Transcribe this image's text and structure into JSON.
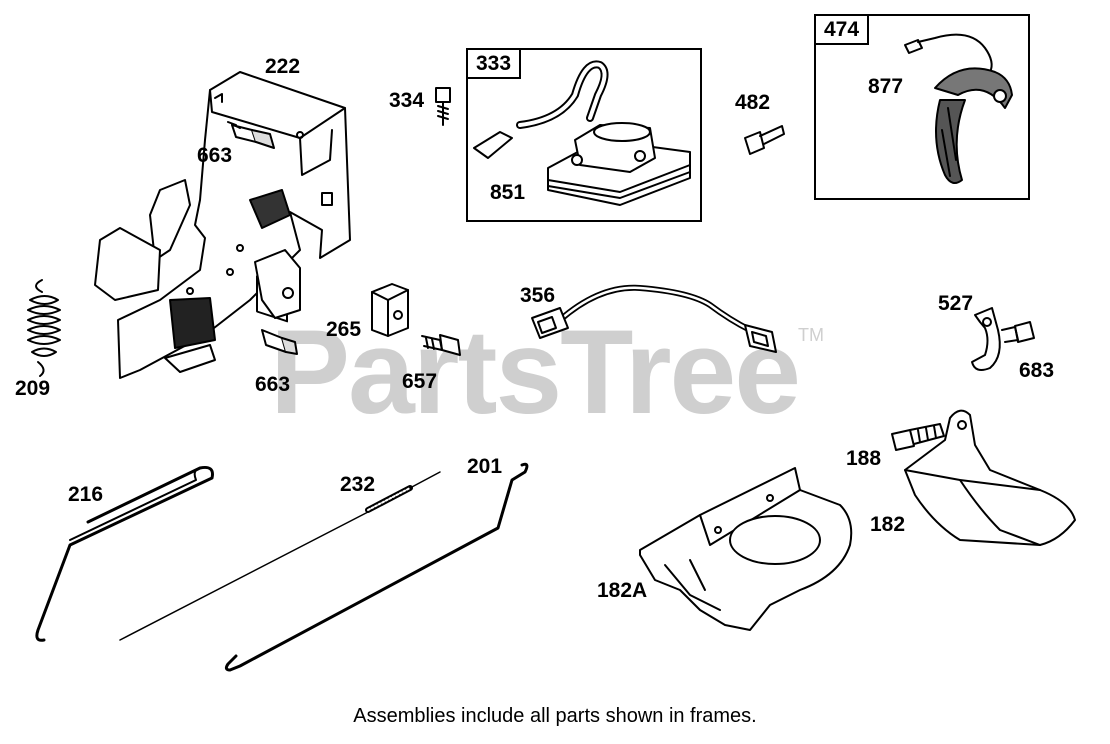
{
  "watermark": {
    "text": "PartsTree",
    "tm": "TM"
  },
  "frames": {
    "f333": "333",
    "f474": "474"
  },
  "labels": {
    "p222": "222",
    "p663a": "663",
    "p334": "334",
    "p851": "851",
    "p482": "482",
    "p877": "877",
    "p209": "209",
    "p265": "265",
    "p663b": "663",
    "p657": "657",
    "p356": "356",
    "p527": "527",
    "p683": "683",
    "p216": "216",
    "p232": "232",
    "p201": "201",
    "p188": "188",
    "p182": "182",
    "p182A": "182A"
  },
  "footer": "Assemblies include all parts shown in frames."
}
